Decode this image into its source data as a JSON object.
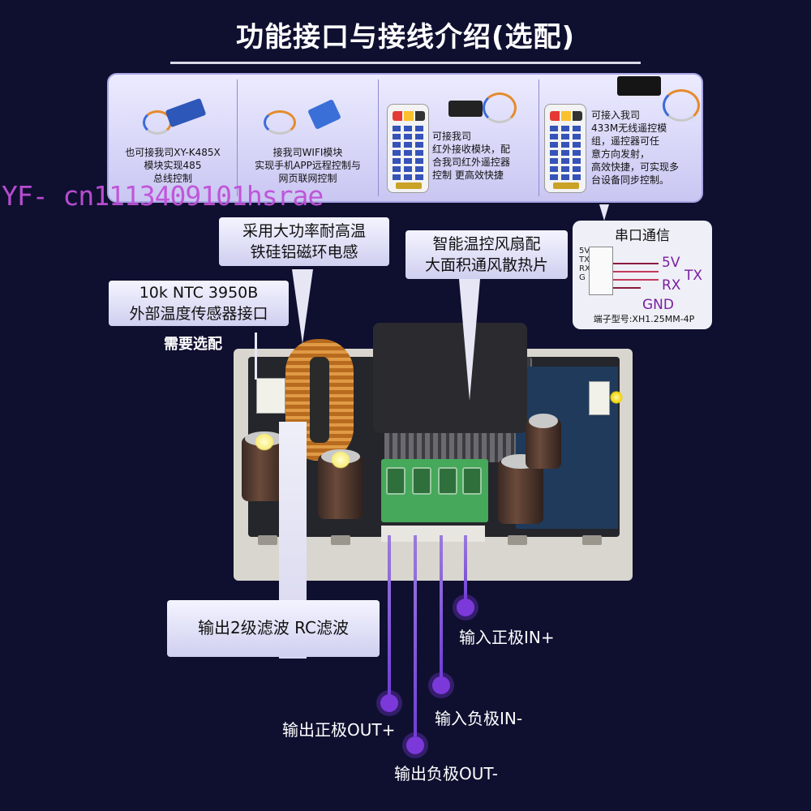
{
  "title": "功能接口与接线介绍(选配)",
  "modules": [
    {
      "text": "也可接我司XY-K485X\n模块实现485\n总线控制"
    },
    {
      "text": "接我司WIFI模块\n实现手机APP远程控制与\n网页联网控制"
    },
    {
      "text": "可接我司\n红外接收模块，配\n合我司红外遥控器\n控制 更高效快捷"
    },
    {
      "text": "可接入我司\n433M无线遥控模\n组，遥控器可任\n意方向发射，\n高效快捷，可实现多\n台设备同步控制。"
    }
  ],
  "watermark": "YF- cn1113409101hsrae",
  "callouts": {
    "inductor": "采用大功率耐高温\n铁硅铝磁环电感",
    "fan": "智能温控风扇配\n大面积通风散热片",
    "ntc_line1": "10k NTC 3950B",
    "ntc_line2": "外部温度传感器接口",
    "ntc_optional": "需要选配",
    "filter": "输出2级滤波 RC滤波"
  },
  "serial": {
    "title": "串口通信",
    "pins": "5V\nTX\nRX\nG",
    "sig_5v": "5V",
    "sig_tx": "TX",
    "sig_rx": "RX",
    "sig_gnd": "GND",
    "footer": "端子型号:XH1.25MM-4P"
  },
  "terminals": {
    "in_pos": "输入正极IN+",
    "in_neg": "输入负极IN-",
    "out_pos": "输出正极OUT+",
    "out_neg": "输出负极OUT-"
  },
  "colors": {
    "background": "#0f1030",
    "accent": "#7b39d9",
    "signal": "#7a1fa2"
  }
}
